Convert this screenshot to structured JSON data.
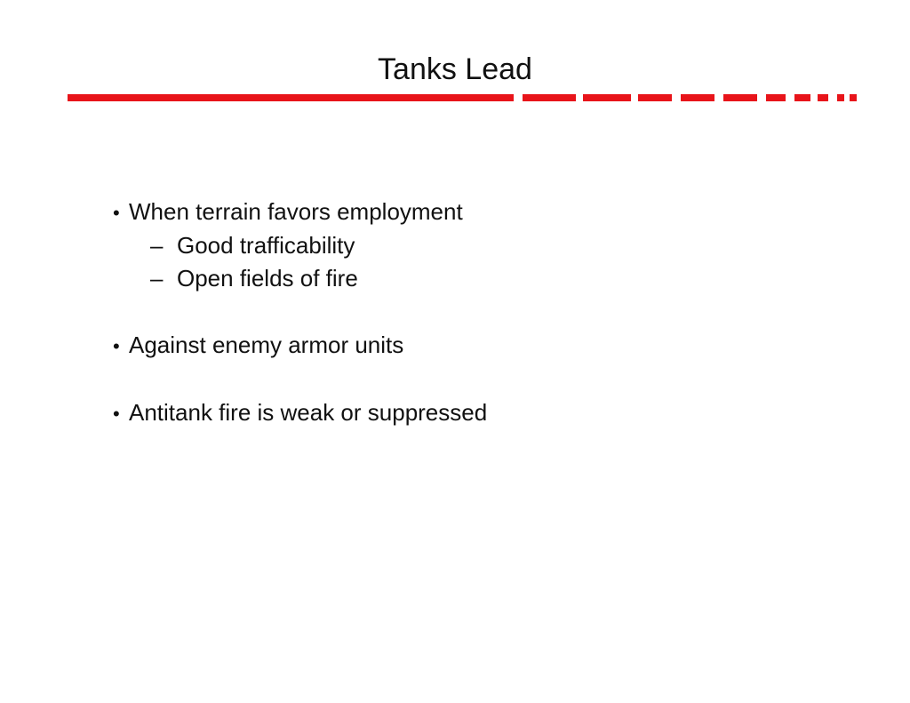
{
  "slide": {
    "title": "Tanks Lead",
    "accent_color": "#e8141a",
    "bullets": [
      {
        "mark": "•",
        "text": "When terrain favors employment",
        "subs": [
          {
            "mark": "–",
            "text": "Good trafficability"
          },
          {
            "mark": "–",
            "text": "Open fields of fire"
          }
        ]
      },
      {
        "mark": "•",
        "text": "Against enemy armor units",
        "subs": []
      },
      {
        "mark": "•",
        "text": "Antitank fire is weak or suppressed",
        "subs": []
      }
    ]
  }
}
